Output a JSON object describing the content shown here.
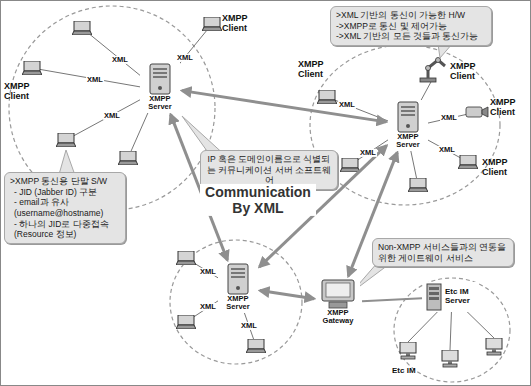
{
  "diagram": {
    "nodes": [
      {
        "text": [
          ">XML 기반의 통신이 가능한 H/W",
          "->XMPP로 통신 및 제어가능",
          "->XML 기반의 모든 것들과 통신가능"
        ]
      },
      {
        "text": [
          "XMPP Server"
        ]
      },
      {
        "text": [
          "XMPP Server"
        ]
      },
      {
        "text": [
          "IP 혹은 도메인이름으로 식별되는 커뮤니케이션 서버 소프트웨어"
        ]
      },
      {
        "text": [
          ">XMPP 통신용 단말 S/W",
          "- JID (Jabber ID) 구분",
          "- email과 유사 (username@hostname)",
          "- 하나의 JID로 다중접속 (Resource 정보)"
        ]
      },
      {
        "text": [
          "Non-XMPP 서비스들과의 연동을 위한 게이트웨이 서비스"
        ]
      },
      {
        "text": [
          "XMPP Server"
        ]
      },
      {
        "text": [
          "XMPP Gateway"
        ]
      },
      {
        "text": [
          "Etc IM Server"
        ]
      }
    ],
    "edges": [
      {
        "from": 1,
        "to": 2,
        "arrow": "both"
      },
      {
        "from": 1,
        "to": 6,
        "arrow": "both"
      },
      {
        "from": 2,
        "to": 6,
        "arrow": "both"
      },
      {
        "from": 2,
        "to": 7,
        "arrow": "both"
      },
      {
        "from": 6,
        "to": 7,
        "arrow": "both"
      },
      {
        "from": 7,
        "to": 8,
        "arrow": "none"
      }
    ],
    "labels": [
      "XMPP Client",
      "XMPP Client",
      "XML",
      "XML",
      "XML",
      "XML",
      "XMPP Client",
      "XMPP Client",
      "XMPP Client",
      "XMPP Client",
      "XML",
      "XML",
      "XML",
      "XML",
      "Communication By XML",
      "XML",
      "XML",
      "XML",
      "Etc IM"
    ]
  }
}
